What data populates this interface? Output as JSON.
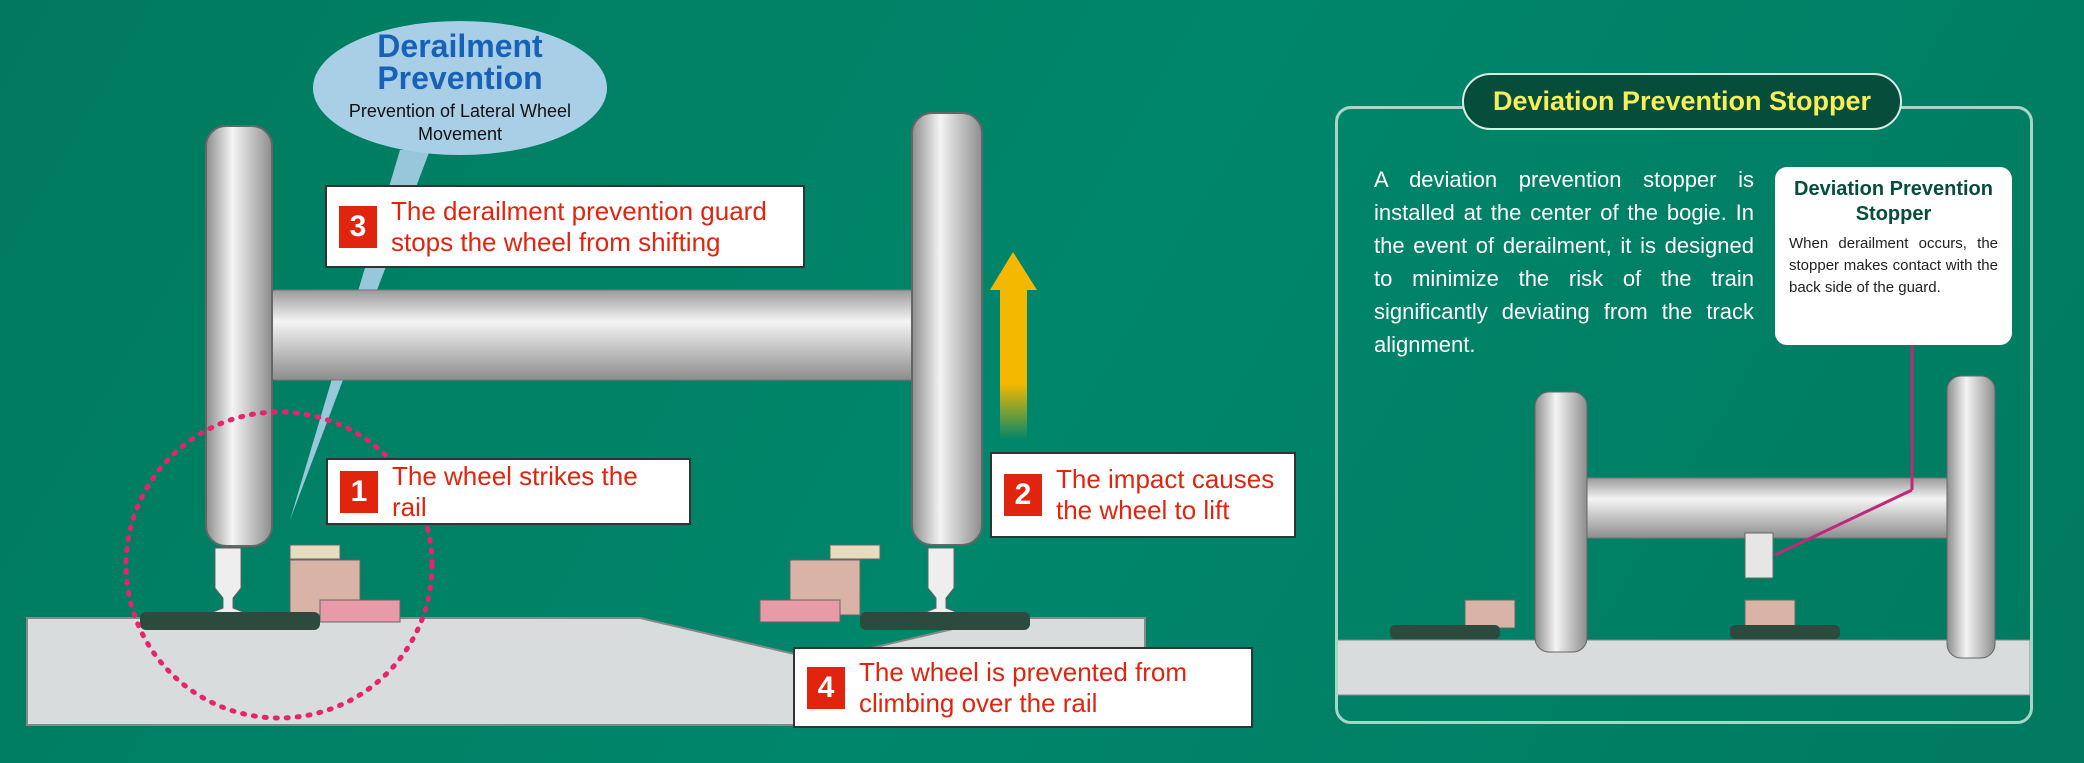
{
  "bubble": {
    "title": "Derailment Prevention",
    "subtitle": "Prevention of Lateral Wheel Movement"
  },
  "callouts": [
    {
      "number": "1",
      "text": "The wheel strikes the rail"
    },
    {
      "number": "2",
      "text": "The impact causes the wheel to lift"
    },
    {
      "number": "3",
      "text": "The derailment prevention guard stops the wheel from shifting"
    },
    {
      "number": "4",
      "text": "The wheel is prevented from climbing over the rail"
    }
  ],
  "panel": {
    "title": "Deviation Prevention Stopper",
    "body": "A deviation prevention stopper is installed at the center of the bogie. In the event of derailment, it is designed to minimize the risk of the train significantly deviating from the track alignment.",
    "note_title": "Deviation Prevention Stopper",
    "note_body": "When derailment occurs, the stopper makes contact with the back side of the guard."
  },
  "colors": {
    "background": "#00866b",
    "accent_red": "#e0240e",
    "title_yellow": "#f7ee5a",
    "bubble_blue": "#a9cfe6"
  }
}
